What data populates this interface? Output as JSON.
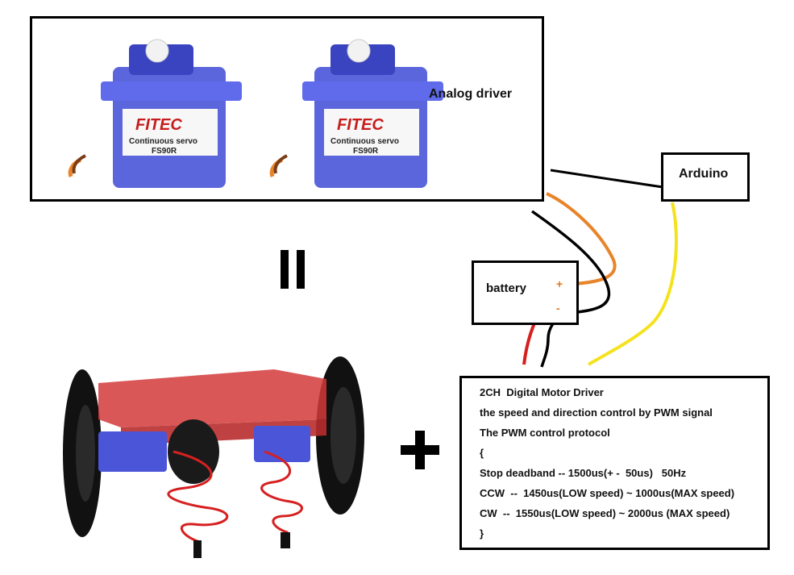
{
  "boxes": {
    "servo_box_label": "Analog driver",
    "arduino_label": "Arduino",
    "battery_label": "battery",
    "battery_plus": "+",
    "battery_minus": "-"
  },
  "servo": {
    "brand": "FITEC",
    "subtitle": "Continuous servo",
    "model": "FS90R"
  },
  "driver": {
    "lines": [
      "2CH  Digital Motor Driver",
      "the speed and direction control by PWM signal",
      "The PWM control protocol",
      "{",
      "Stop deadband -- 1500us(+ -  50us)   50Hz",
      "CCW  --  1450us(LOW speed) ~ 1000us(MAX speed)",
      "CW  --  1550us(LOW speed) ~ 2000us (MAX speed)",
      "}"
    ]
  },
  "colors": {
    "servo_blue": "#4a55d8",
    "servo_dark_blue": "#2b32a8",
    "chassis_red": "#d43a3a",
    "wire_orange": "#e8842a",
    "wire_red": "#d62020",
    "wire_yellow": "#f5e21f",
    "wire_black": "#000000"
  }
}
